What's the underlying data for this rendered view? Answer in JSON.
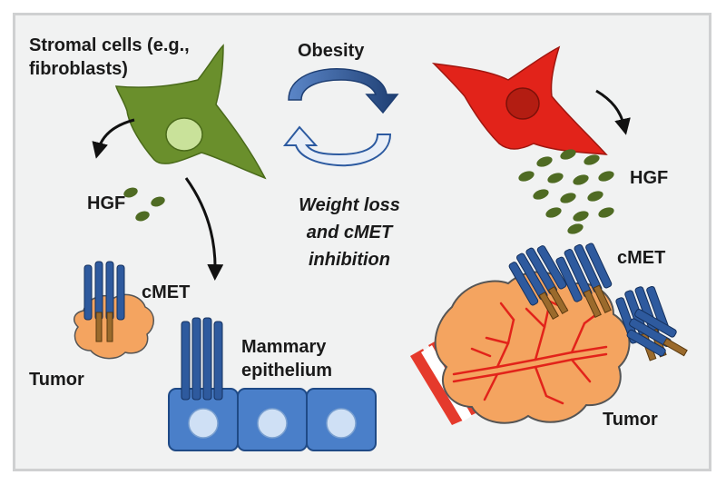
{
  "labels": {
    "stromal_line1": "Stromal cells (e.g.,",
    "stromal_line2": "fibroblasts)",
    "obesity": "Obesity",
    "hgf_left": "HGF",
    "hgf_right": "HGF",
    "weight_line1": "Weight loss",
    "weight_line2": "and cMET",
    "weight_line3": "inhibition",
    "cmet_left": "cMET",
    "cmet_right": "cMET",
    "mammary_line1": "Mammary",
    "mammary_line2": "epithelium",
    "tumor_left": "Tumor",
    "tumor_right": "Tumor"
  },
  "colors": {
    "background": "#f1f2f2",
    "frame_border": "#cfd0d1",
    "normal_fibroblast": "#6a8f2c",
    "normal_nucleus": "#c9e29a",
    "activated_fibroblast": "#e2231a",
    "activated_nucleus": "#b31d12",
    "hgf_particle": "#4f6b23",
    "cmet_receptor": "#2e5a9e",
    "cmet_inner": "#9a6a2c",
    "tumor": "#f4a460",
    "epithelium": "#4a7fc9",
    "epithelium_nucleus": "#cfe0f5",
    "cycle_arrow": "#1f3f73",
    "vessel": "#e53a2c"
  }
}
